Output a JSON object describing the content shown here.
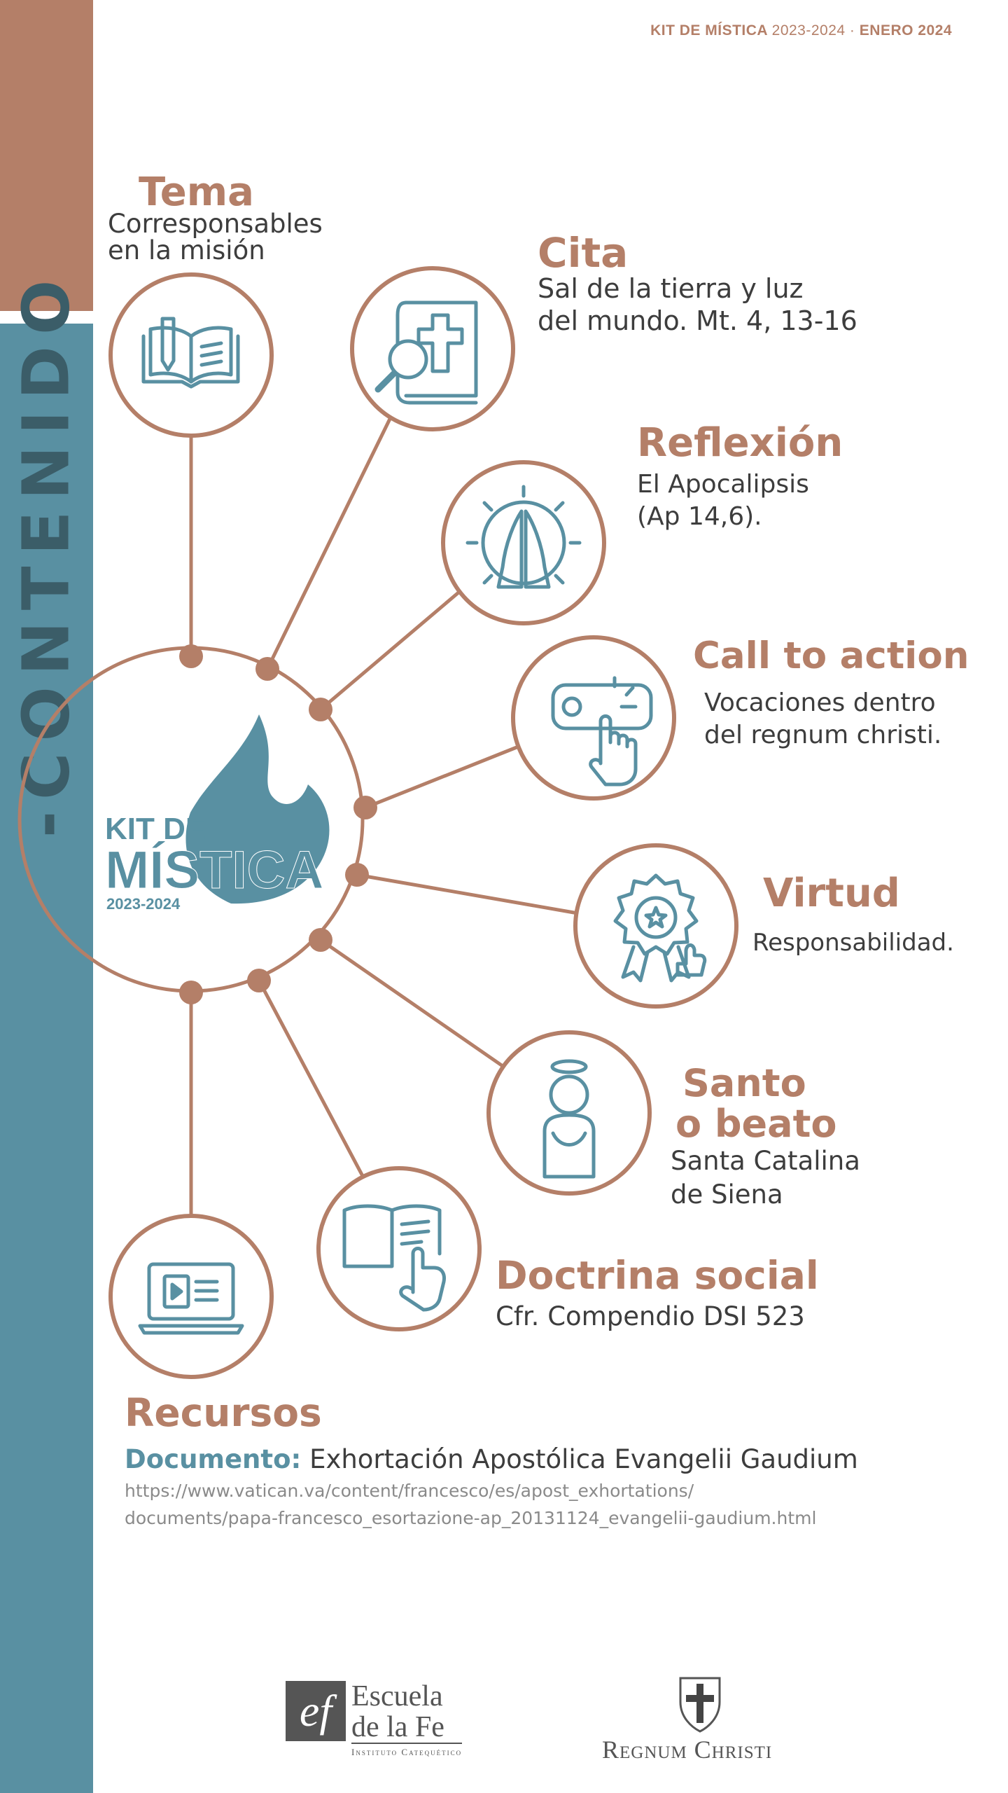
{
  "header": {
    "kit": "KIT DE MÍSTICA",
    "years": "2023-2024",
    "sep": "·",
    "date": "ENERO 2024"
  },
  "side_label": "-CONTENIDO",
  "logo": {
    "line1": "KIT DE",
    "line2": "MÍSTICA",
    "years": "2023-2024"
  },
  "sections": {
    "tema": {
      "title": "Tema",
      "line1": "Corresponsables",
      "line2": "en la misión",
      "icon": "open-book-pen-icon"
    },
    "cita": {
      "title": "Cita",
      "line1": "Sal de la tierra y luz",
      "line2": "del mundo. Mt. 4, 13-16",
      "icon": "bible-magnifier-icon"
    },
    "reflexion": {
      "title": "Reflexión",
      "line1": "El Apocalipsis",
      "line2": "(Ap 14,6).",
      "icon": "praying-hands-icon"
    },
    "call": {
      "title": "Call to action",
      "line1": "Vocaciones dentro",
      "line2": "del regnum christi.",
      "icon": "hand-click-button-icon"
    },
    "virtud": {
      "title": "Virtud",
      "line1": "Responsabilidad.",
      "icon": "award-badge-thumbs-up-icon"
    },
    "santo": {
      "title1": "Santo",
      "title2": "o beato",
      "line1": "Santa Catalina",
      "line2": "de Siena",
      "icon": "saint-halo-icon"
    },
    "doctrina": {
      "title": "Doctrina social",
      "line1": "Cfr. Compendio DSI 523",
      "icon": "book-hand-icon"
    },
    "recursos": {
      "icon": "laptop-video-icon"
    }
  },
  "recursos": {
    "title": "Recursos",
    "doc_label": "Documento:",
    "doc_title": " Exhortación Apostólica Evangelii Gaudium",
    "url1": "https://www.vatican.va/content/francesco/es/apost_exhortations/",
    "url2": "documents/papa-francesco_esortazione-ap_20131124_evangelii-gaudium.html"
  },
  "footer": {
    "ef_mark": "ef",
    "ef_line1": "Escuela",
    "ef_line2": "de la Fe",
    "ef_sub": "Instituto Catequético",
    "rc_name": "Regnum Christi"
  },
  "colors": {
    "terracotta": "#b47f68",
    "teal": "#5990a2",
    "dark_teal": "#3b5d68",
    "text": "#3d3d3d"
  }
}
